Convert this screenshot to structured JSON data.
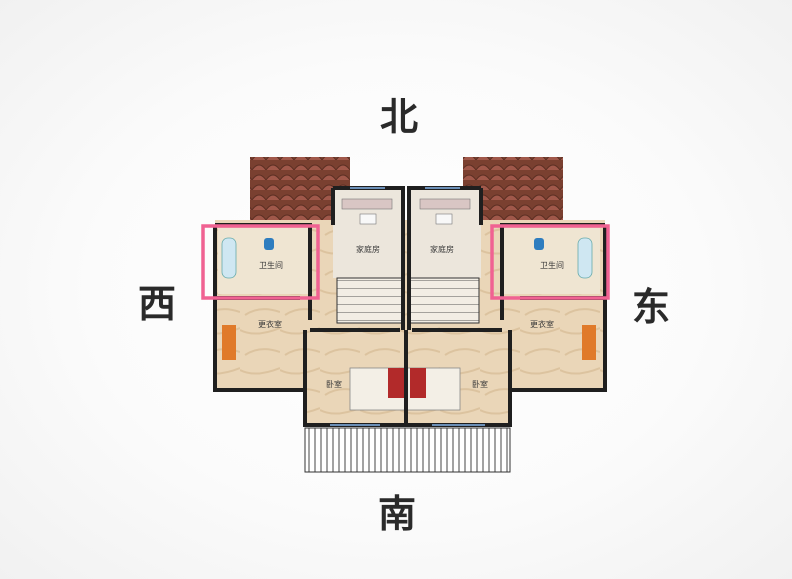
{
  "compass": {
    "north": "北",
    "south": "南",
    "west": "西",
    "east": "东"
  },
  "rooms": {
    "family_room_left": "家庭房",
    "family_room_right": "家庭房",
    "bathroom_left": "卫生间",
    "bathroom_right": "卫生间",
    "closet_left": "更衣室",
    "closet_right": "更衣室",
    "bedroom_left": "卧室",
    "bedroom_right": "卧室"
  },
  "colors": {
    "highlight": "#f06292",
    "wall": "#1f1f1f",
    "floor": "#e8d2b0",
    "roof": "#6e3b2b"
  },
  "highlighted_rooms": [
    "bathroom_left",
    "bathroom_right"
  ]
}
